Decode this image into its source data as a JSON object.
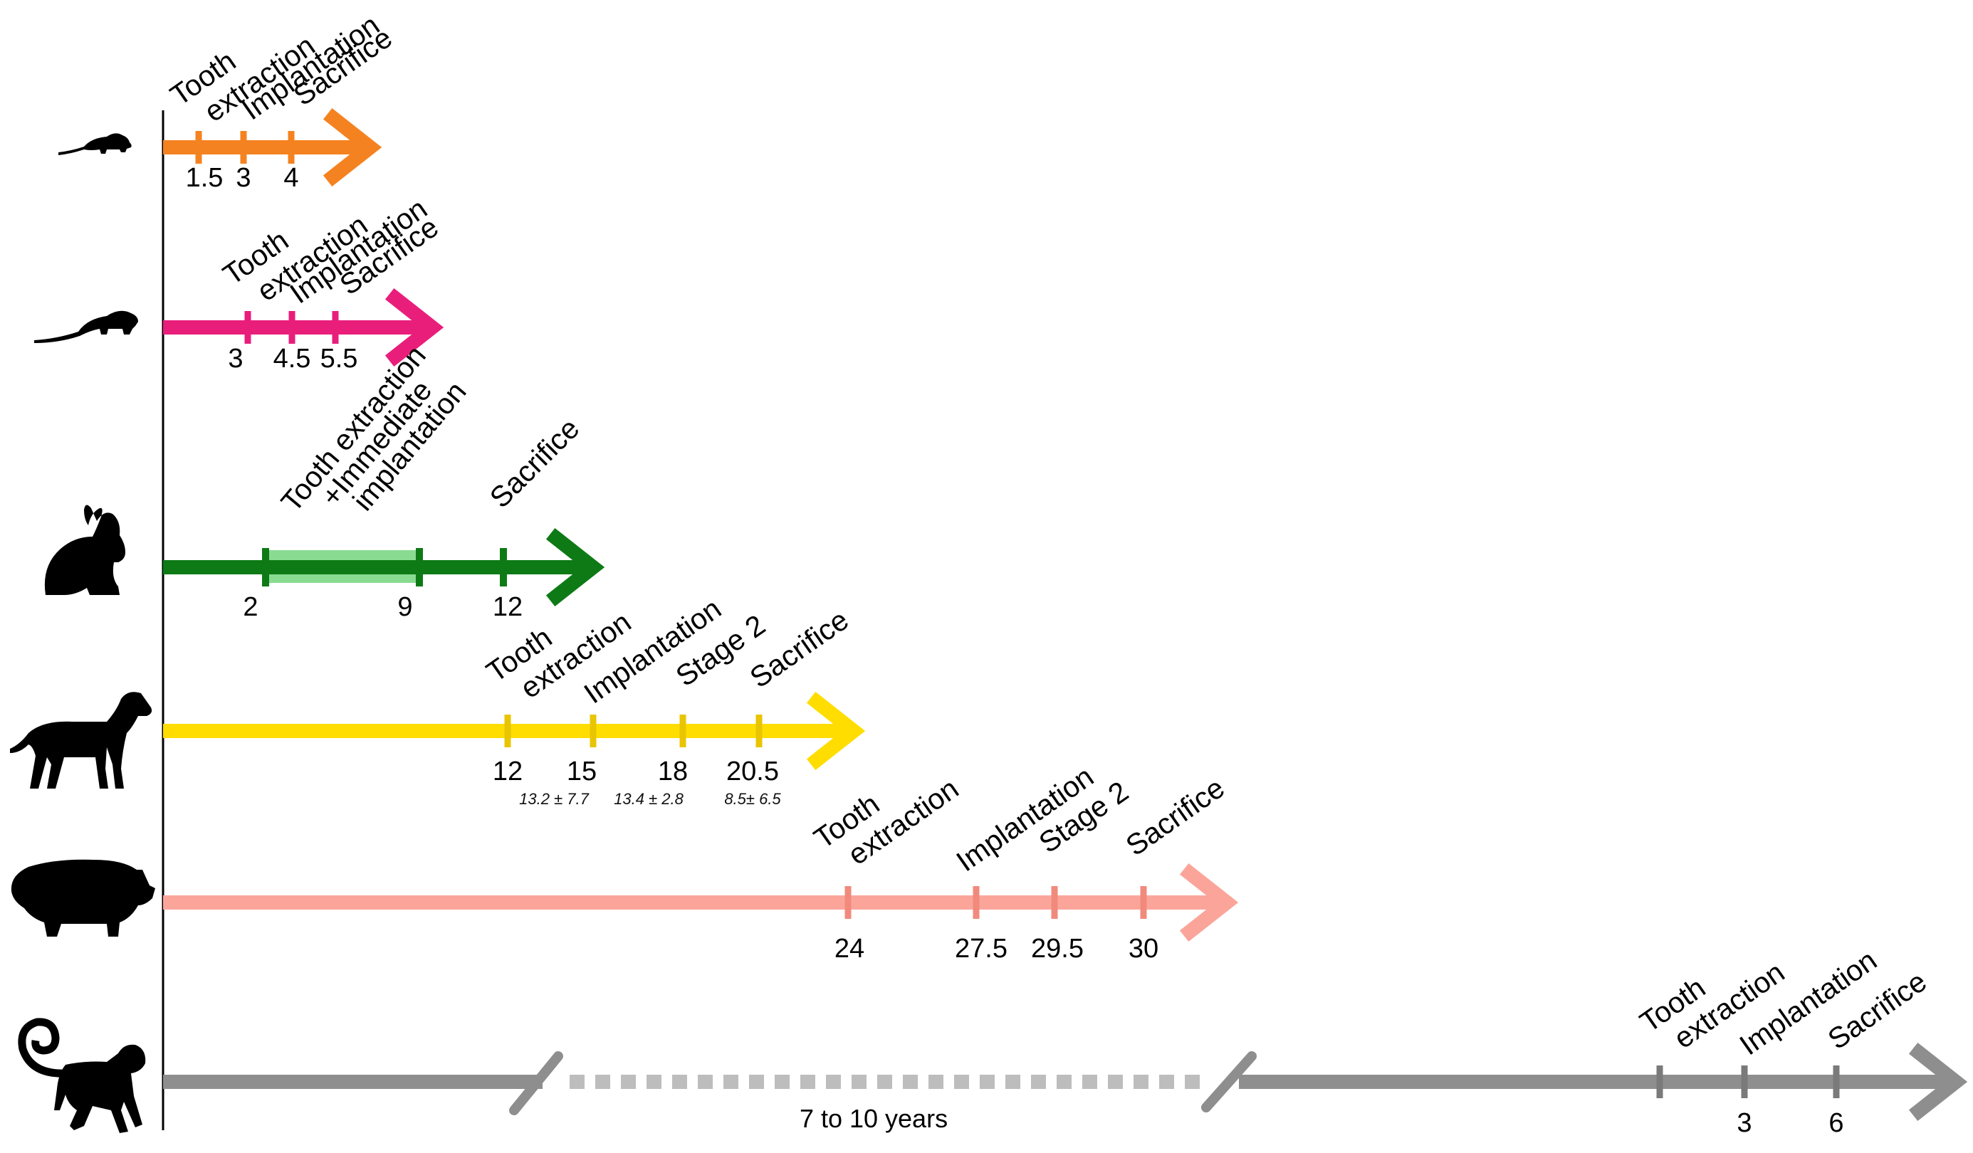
{
  "rows": [
    {
      "animal": "mouse",
      "icon": "mouse-icon",
      "color": "#F58220",
      "ticks": [
        {
          "label": [
            "Tooth",
            "extraction"
          ],
          "value": "1.5"
        },
        {
          "label": [
            "Implantation"
          ],
          "value": "3"
        },
        {
          "label": [
            "Sacrifice"
          ],
          "value": "4"
        }
      ]
    },
    {
      "animal": "rat",
      "icon": "rat-icon",
      "color": "#E91E7B",
      "ticks": [
        {
          "label": [
            "Tooth",
            "extraction"
          ],
          "value": "3"
        },
        {
          "label": [
            "Implantation"
          ],
          "value": "4.5"
        },
        {
          "label": [
            "Sacrifice"
          ],
          "value": "5.5"
        }
      ]
    },
    {
      "animal": "rabbit",
      "icon": "rabbit-icon",
      "color": "#0E7A16",
      "range_color": "#63CF6E",
      "range_label": [
        "Tooth extraction",
        "+Immediate",
        "implantation"
      ],
      "ticks": [
        {
          "label": [],
          "value": "2"
        },
        {
          "label": [],
          "value": "9"
        },
        {
          "label": [
            "Sacrifice"
          ],
          "value": "12"
        }
      ]
    },
    {
      "animal": "dog",
      "icon": "dog-icon",
      "color": "#FFDD00",
      "ticks": [
        {
          "label": [
            "Tooth",
            "extraction"
          ],
          "value": "12"
        },
        {
          "label": [
            "Implantation"
          ],
          "value": "15"
        },
        {
          "label": [
            "Stage 2"
          ],
          "value": "18"
        },
        {
          "label": [
            "Sacrifice"
          ],
          "value": "20.5"
        }
      ],
      "sub_values": [
        "13.2 ± 7.7",
        "13.4 ± 2.8",
        "8.5± 6.5"
      ]
    },
    {
      "animal": "pig",
      "icon": "pig-icon",
      "color": "#FBA59A",
      "ticks": [
        {
          "label": [
            "Tooth",
            "extraction"
          ],
          "value": "24"
        },
        {
          "label": [
            "Implantation"
          ],
          "value": "27.5"
        },
        {
          "label": [
            "Stage 2"
          ],
          "value": "29.5"
        },
        {
          "label": [
            "Sacrifice"
          ],
          "value": "30"
        }
      ]
    },
    {
      "animal": "monkey",
      "icon": "monkey-icon",
      "color": "#8E8E8E",
      "gap_color": "#BDBDBD",
      "gap_label": "7 to 10 years",
      "ticks": [
        {
          "label": [
            "Tooth",
            "extraction"
          ],
          "value": ""
        },
        {
          "label": [
            "Implantation"
          ],
          "value": "3"
        },
        {
          "label": [
            "Sacrifice"
          ],
          "value": "6"
        }
      ]
    }
  ]
}
